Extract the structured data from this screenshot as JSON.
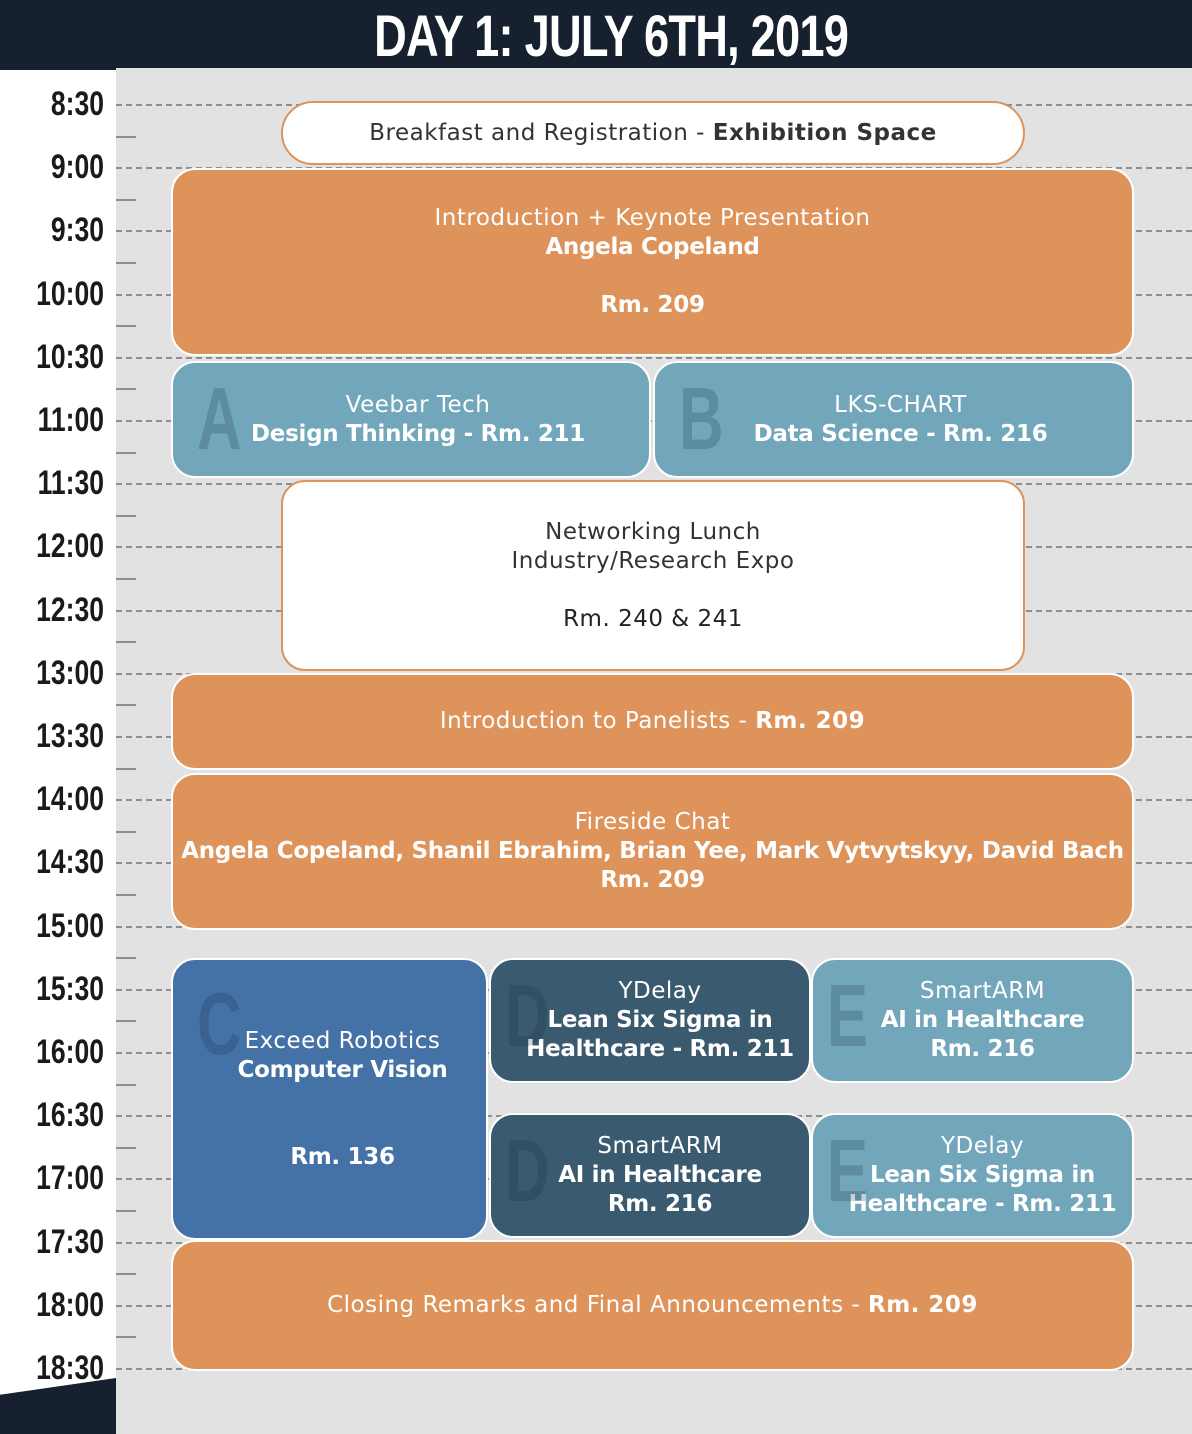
{
  "header": {
    "title": "DAY 1: JULY 6TH, 2019"
  },
  "times": [
    "8:30",
    "9:00",
    "9:30",
    "10:00",
    "10:30",
    "11:00",
    "11:30",
    "12:00",
    "12:30",
    "13:00",
    "13:30",
    "14:00",
    "14:30",
    "15:00",
    "15:30",
    "16:00",
    "16:30",
    "17:00",
    "17:30",
    "18:00",
    "18:30"
  ],
  "sessions": {
    "breakfast": {
      "label": "Breakfast and Registration - ",
      "location": "Exhibition Space"
    },
    "keynote": {
      "title": "Introduction + Keynote Presentation",
      "speaker": "Angela Copeland",
      "room": "Rm. 209"
    },
    "track_a": {
      "letter": "A",
      "company": "Veebar Tech",
      "topic": "Design Thinking - Rm. 211"
    },
    "track_b": {
      "letter": "B",
      "company": "LKS-CHART",
      "topic": "Data Science - Rm. 216"
    },
    "lunch": {
      "title": "Networking Lunch",
      "subtitle": "Industry/Research Expo",
      "room": "Rm. 240 & 241"
    },
    "panelists": {
      "label": "Introduction to Panelists - ",
      "room": "Rm. 209"
    },
    "fireside": {
      "title": "Fireside Chat",
      "speakers": "Angela Copeland, Shanil Ebrahim, Brian Yee, Mark Vytvytskyy, David Bach",
      "room": "Rm. 209"
    },
    "track_c": {
      "letter": "C",
      "company": "Exceed Robotics",
      "topic": "Computer Vision",
      "room": "Rm. 136"
    },
    "track_d1": {
      "letter": "D",
      "company": "YDelay",
      "topic_line1": "Lean Six Sigma in",
      "topic_line2": "Healthcare - Rm. 211"
    },
    "track_e1": {
      "letter": "E",
      "company": "SmartARM",
      "topic": "AI in Healthcare",
      "room": "Rm. 216"
    },
    "track_d2": {
      "letter": "D",
      "company": "SmartARM",
      "topic": "AI in Healthcare",
      "room": "Rm. 216"
    },
    "track_e2": {
      "letter": "E",
      "company": "YDelay",
      "topic_line1": "Lean Six Sigma in",
      "topic_line2": "Healthcare - Rm. 211"
    },
    "closing": {
      "label": "Closing Remarks and Final Announcements - ",
      "room": "Rm. 209"
    }
  },
  "colors": {
    "header": "#16202f",
    "orange": "#de935a",
    "teal": "#72a6bb",
    "navy": "#3a5a6f",
    "blue": "#4572a6",
    "grid": "#e2e2e2"
  }
}
